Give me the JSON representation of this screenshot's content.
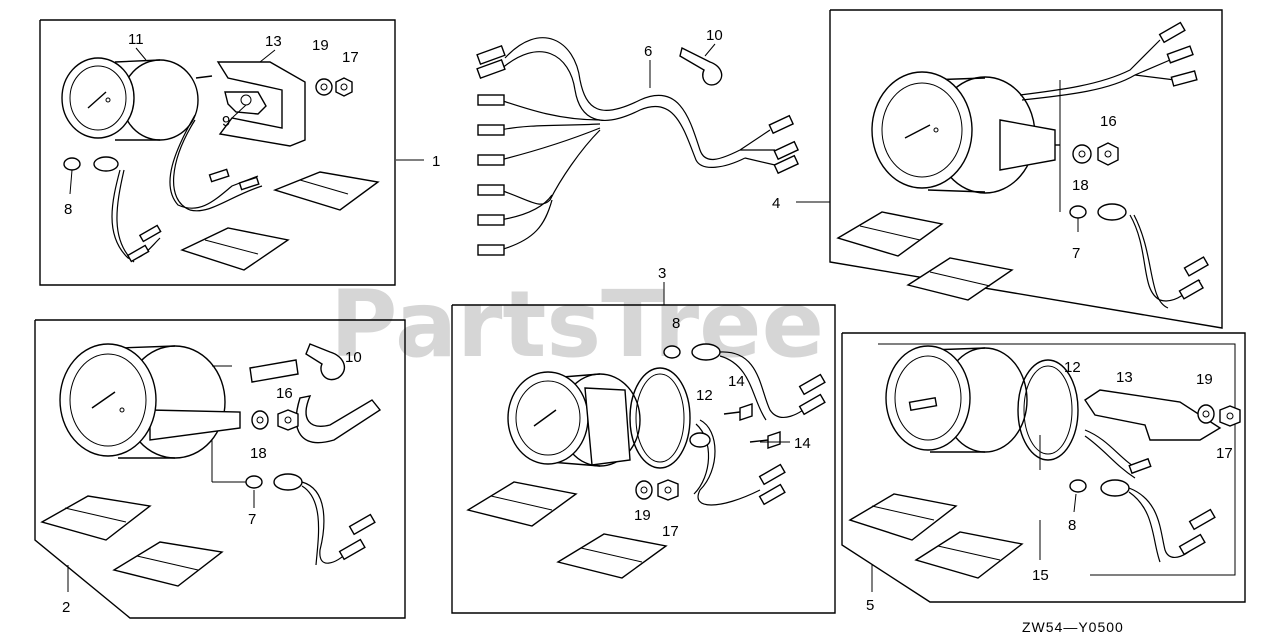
{
  "watermark": "PartsTree",
  "trademark": "TM",
  "diagram_code": "ZW54—Y0500",
  "callouts": [
    "11",
    "13",
    "19",
    "17",
    "9",
    "1",
    "8",
    "10",
    "6",
    "3",
    "4",
    "16",
    "18",
    "7",
    "2",
    "12",
    "14",
    "5",
    "15"
  ]
}
